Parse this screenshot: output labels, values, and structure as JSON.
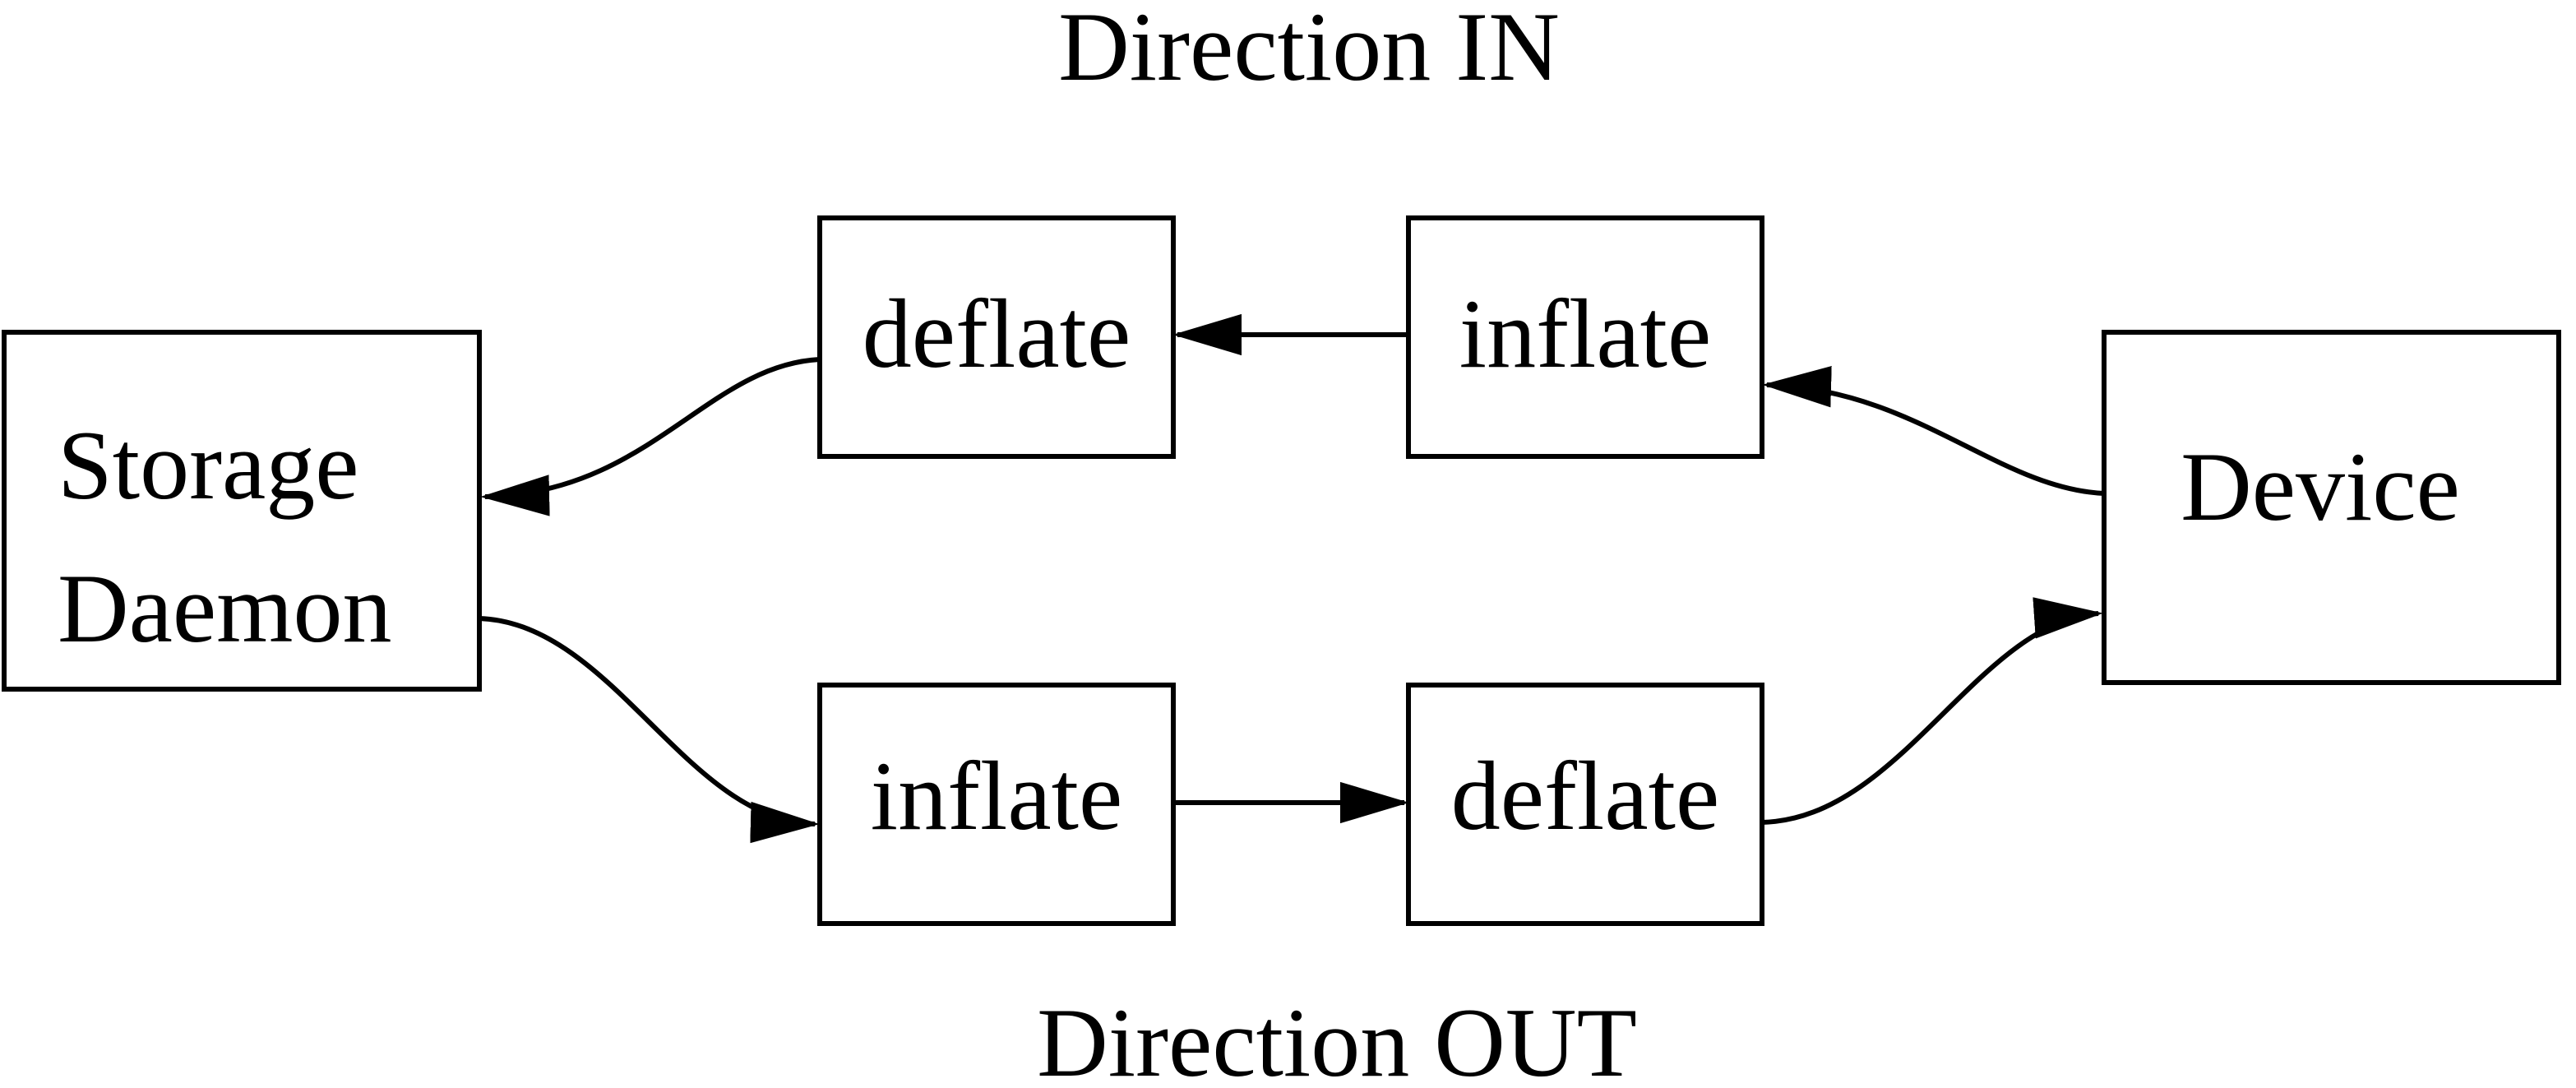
{
  "diagram": {
    "titles": {
      "top": "Direction IN",
      "bottom": "Direction OUT"
    },
    "nodes": {
      "storage_daemon": {
        "label_line1": "Storage",
        "label_line2": "Daemon"
      },
      "deflate_in": {
        "label": "deflate"
      },
      "inflate_in": {
        "label": "inflate"
      },
      "inflate_out": {
        "label": "inflate"
      },
      "deflate_out": {
        "label": "deflate"
      },
      "device": {
        "label": "Device"
      }
    },
    "edges": [
      {
        "id": "in-device-to-inflate",
        "from": "device",
        "to": "inflate_in",
        "direction": "IN",
        "style": "curved"
      },
      {
        "id": "in-inflate-to-deflate",
        "from": "inflate_in",
        "to": "deflate_in",
        "direction": "IN",
        "style": "straight"
      },
      {
        "id": "in-deflate-to-storage",
        "from": "deflate_in",
        "to": "storage_daemon",
        "direction": "IN",
        "style": "curved"
      },
      {
        "id": "out-storage-to-inflate",
        "from": "storage_daemon",
        "to": "inflate_out",
        "direction": "OUT",
        "style": "curved"
      },
      {
        "id": "out-inflate-to-deflate",
        "from": "inflate_out",
        "to": "deflate_out",
        "direction": "OUT",
        "style": "straight"
      },
      {
        "id": "out-deflate-to-device",
        "from": "deflate_out",
        "to": "device",
        "direction": "OUT",
        "style": "curved"
      }
    ],
    "colors": {
      "stroke": "#000000",
      "background": "#ffffff",
      "text": "#000000"
    }
  }
}
